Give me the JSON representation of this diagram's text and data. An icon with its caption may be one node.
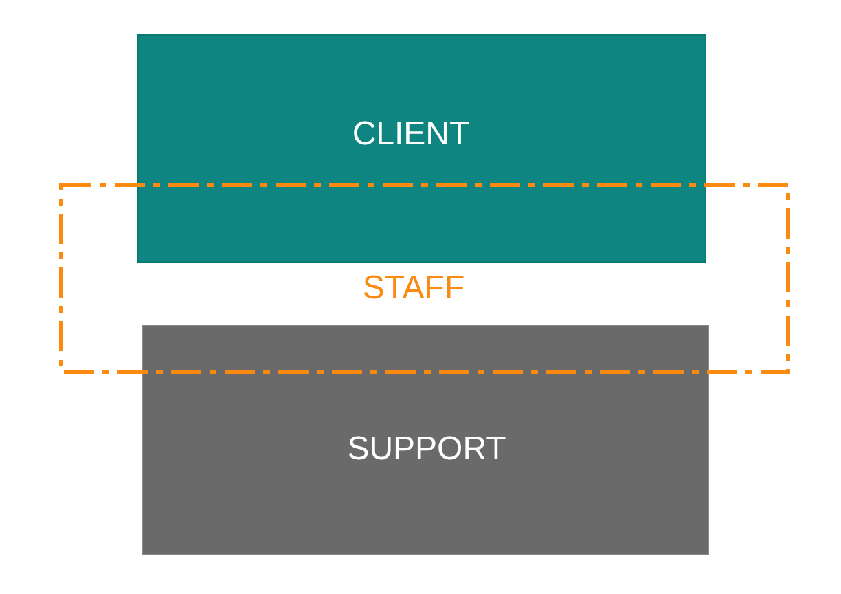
{
  "diagram": {
    "nodes": [
      {
        "text": [
          "CLIENT"
        ]
      },
      {
        "text": [
          "STAFF"
        ]
      },
      {
        "text": [
          "SUPPORT"
        ]
      }
    ]
  }
}
